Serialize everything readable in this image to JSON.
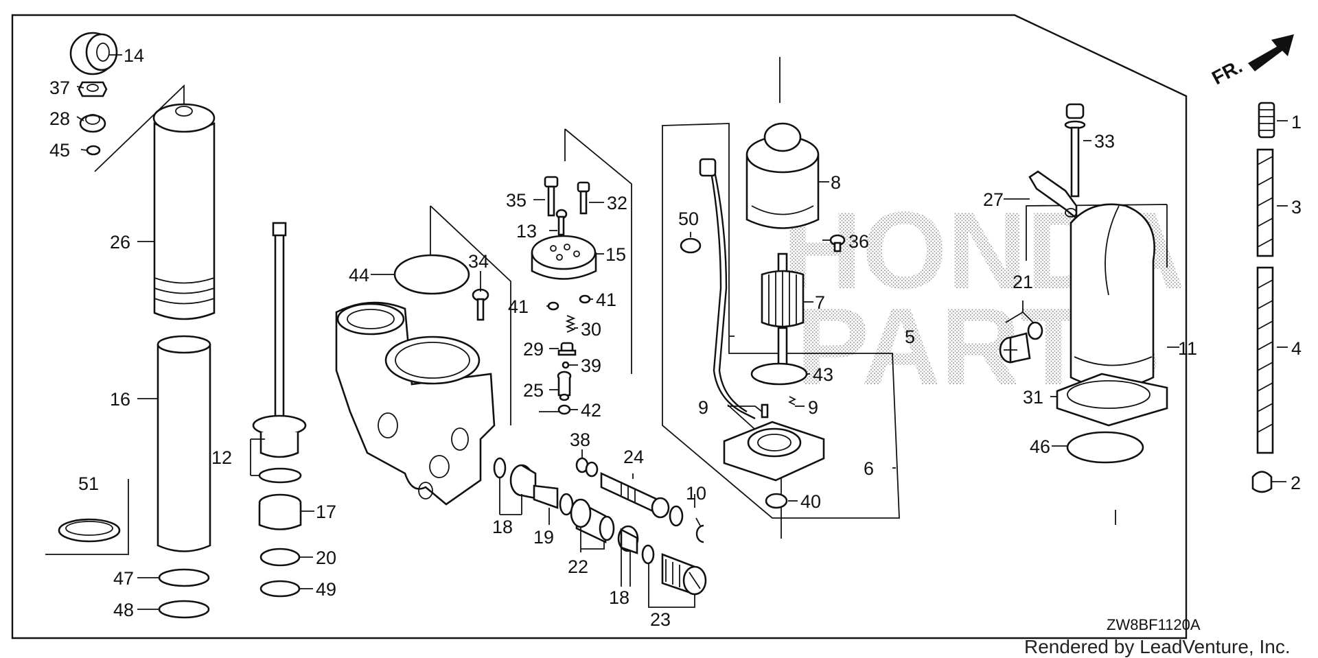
{
  "diagram": {
    "code": "ZW8BF1120A",
    "credit": "Rendered by LeadVenture, Inc.",
    "watermark": [
      "HONDA",
      "PARTS"
    ],
    "direction_label": "FR.",
    "callouts": [
      "1",
      "2",
      "3",
      "4",
      "5",
      "6",
      "7",
      "8",
      "9",
      "9",
      "10",
      "11",
      "12",
      "13",
      "14",
      "15",
      "16",
      "17",
      "18",
      "18",
      "19",
      "20",
      "21",
      "22",
      "23",
      "24",
      "25",
      "26",
      "27",
      "28",
      "29",
      "30",
      "31",
      "32",
      "33",
      "34",
      "35",
      "36",
      "37",
      "38",
      "39",
      "40",
      "41",
      "41",
      "42",
      "43",
      "44",
      "45",
      "46",
      "47",
      "48",
      "49",
      "50",
      "51"
    ]
  }
}
